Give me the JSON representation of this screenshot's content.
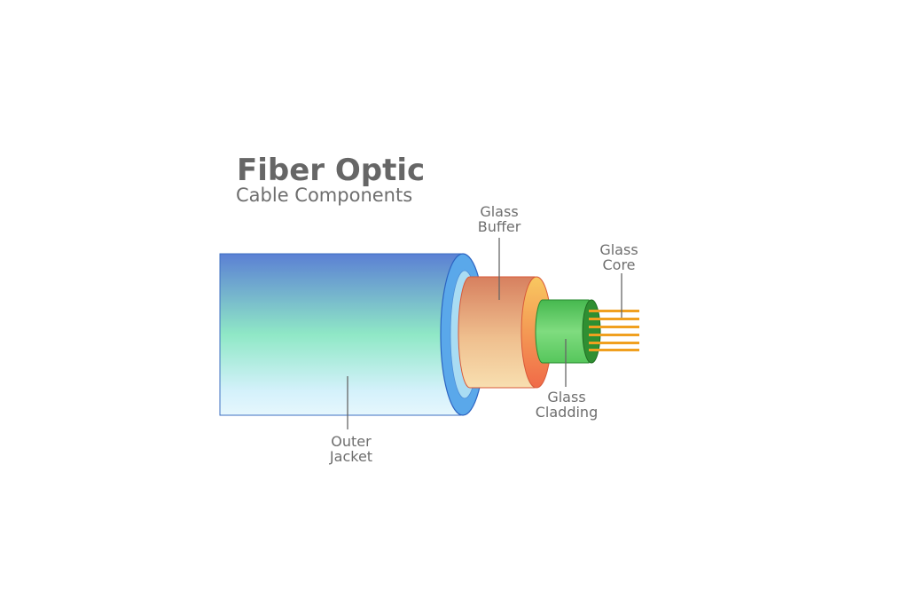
{
  "title": {
    "main": "Fiber Optic",
    "sub": "Cable Components"
  },
  "components": {
    "buffer": {
      "line1": "Glass",
      "line2": "Buffer"
    },
    "core": {
      "line1": "Glass",
      "line2": "Core"
    },
    "cladding": {
      "line1": "Glass",
      "line2": "Cladding"
    },
    "jacket": {
      "line1": "Outer",
      "line2": "Jacket"
    }
  },
  "colors": {
    "jacket_top": "#5b84d6",
    "jacket_mid": "#8ee6c8",
    "jacket_bottom": "#d6f2fb",
    "jacket_face": "#5aa7e6",
    "buffer_top": "#d9826a",
    "buffer_bottom": "#f6d9a8",
    "buffer_face": "#f07a52",
    "cladding": "#4fc25a",
    "cladding_face": "#2f8f35",
    "core": "#f0a020",
    "text": "#666666"
  }
}
